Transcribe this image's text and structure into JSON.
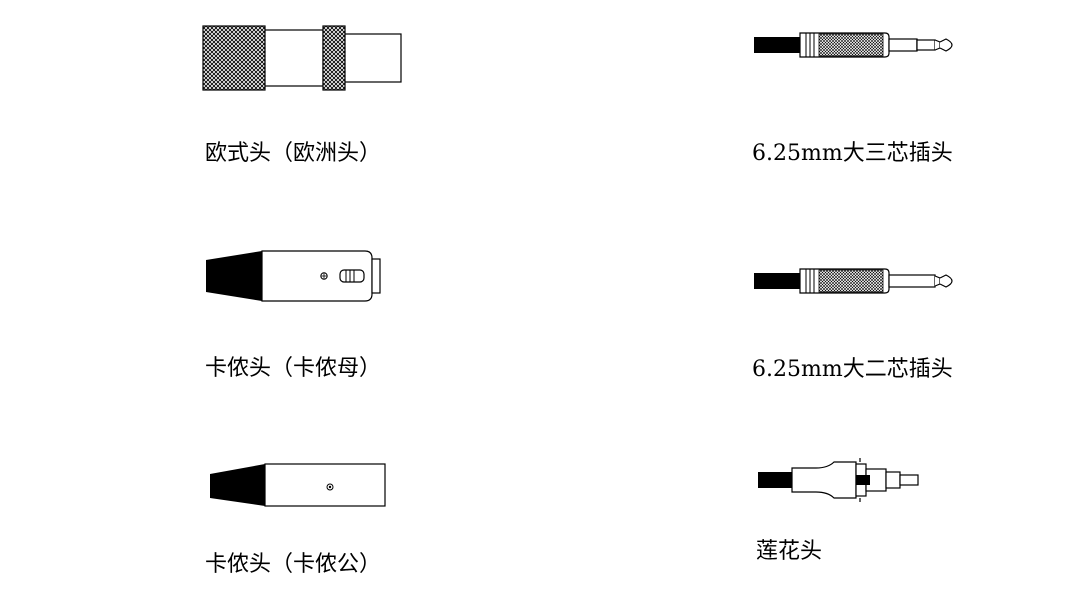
{
  "connectors": {
    "european": {
      "label": "欧式头（欧洲头）"
    },
    "xlr_female": {
      "label": "卡侬头（卡侬母）"
    },
    "xlr_male": {
      "label": "卡侬头（卡侬公）"
    },
    "trs_625": {
      "label": "6.25mm大三芯插头"
    },
    "ts_625": {
      "label": "6.25mm大二芯插头"
    },
    "rca": {
      "label": "莲花头"
    }
  },
  "colors": {
    "line": "#000000",
    "fill": "#ffffff"
  }
}
